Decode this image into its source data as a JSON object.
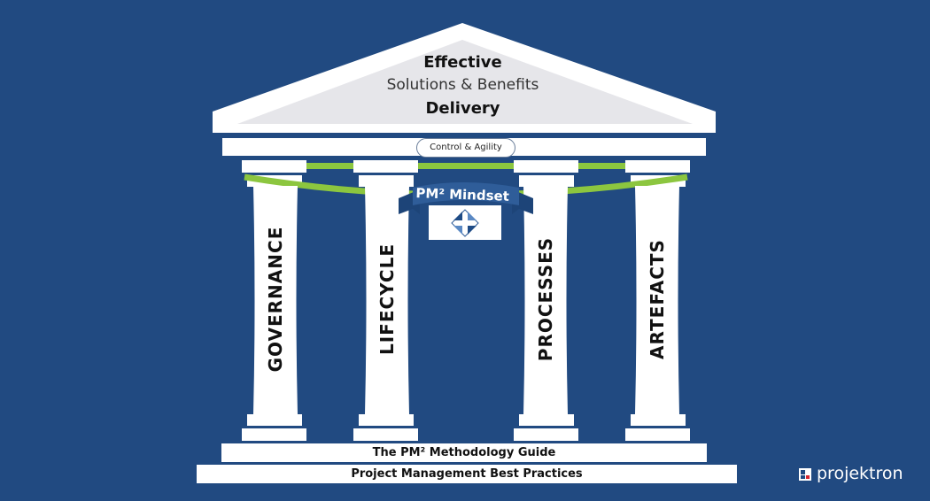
{
  "roof": {
    "line1": "Effective",
    "line2": "Solutions & Benefits",
    "line3": "Delivery"
  },
  "architrave": {
    "label": "Control & Agility"
  },
  "banner": {
    "label": "PM² Mindset"
  },
  "pillars": [
    {
      "label": "GOVERNANCE"
    },
    {
      "label": "LIFECYCLE"
    },
    {
      "label": "PROCESSES"
    },
    {
      "label": "ARTEFACTS"
    }
  ],
  "base": {
    "upper": "The PM² Methodology Guide",
    "lower": "Project Management Best Practices"
  },
  "brand": {
    "name": "projektron"
  },
  "colors": {
    "background": "#214a81",
    "pillar": "#ffffff",
    "roof_inner": "#e7e7ea",
    "rope": "#8cc63f",
    "banner": "#2f5d99"
  }
}
